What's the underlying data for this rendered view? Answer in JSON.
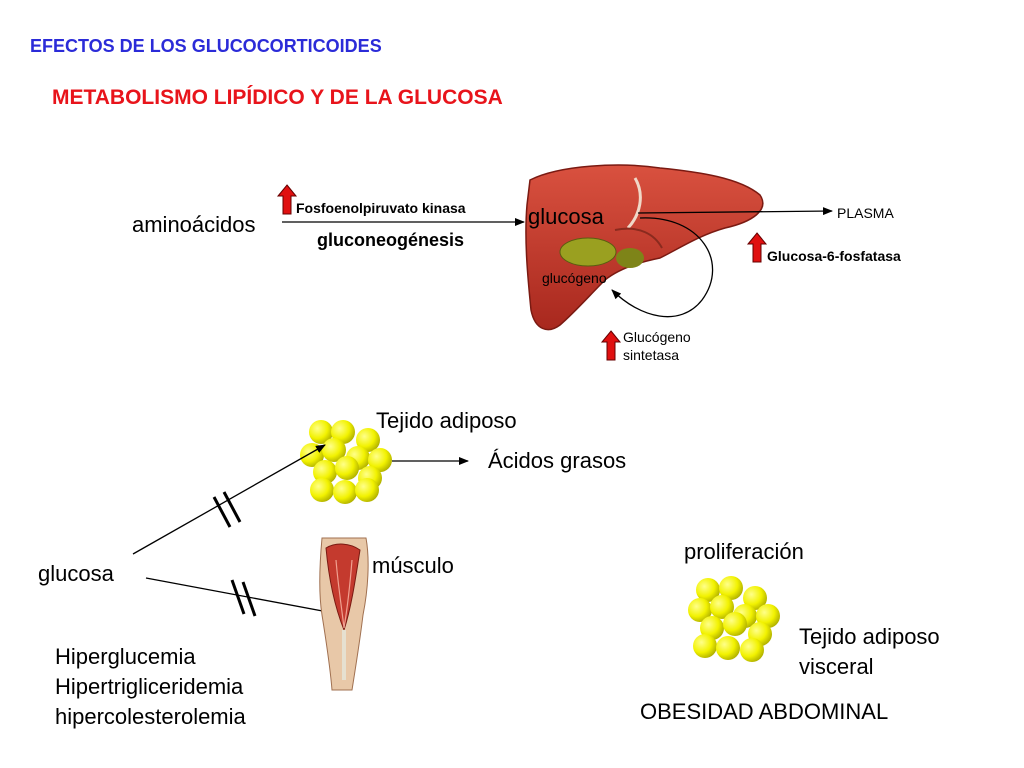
{
  "header": {
    "title": "EFECTOS DE LOS GLUCOCORTICOIDES"
  },
  "section": {
    "title": "METABOLISMO LIPÍDICO Y DE LA GLUCOSA"
  },
  "liver_panel": {
    "input_label": "aminoácidos",
    "enzyme_label": "Fosfoenolpiruvato kinasa",
    "process_label": "gluconeogénesis",
    "product_label": "glucosa",
    "storage_label": "glucógeno",
    "output_label": "PLASMA",
    "output_enzyme_label": "Glucosa-6-fosfatasa",
    "storage_enzyme_label_line1": "Glucógeno",
    "storage_enzyme_label_line2": "sintetasa"
  },
  "peripheral_panel": {
    "source_label": "glucosa",
    "adipose_label": "Tejido adiposo",
    "fatty_acids_label": "Ácidos grasos",
    "muscle_label": "músculo",
    "effects": [
      "Hiperglucemia",
      "Hipertrigliceridemia",
      "hipercolesterolemia"
    ]
  },
  "visceral_panel": {
    "proliferation_label": "proliferación",
    "tissue_label_line1": "Tejido adiposo",
    "tissue_label_line2": "visceral",
    "condition_label": "OBESIDAD ABDOMINAL"
  },
  "colors": {
    "header": "#2b2bd8",
    "section": "#e8141b",
    "up_arrow": "#e01010",
    "liver": "#c8392c",
    "gallbladder": "#9aa020",
    "fat_cell": "#f2f200",
    "muscle": "#c43a2e"
  },
  "icons": [
    "liver-image",
    "fat-cells-image",
    "leg-muscle-image",
    "up-arrow-icon"
  ]
}
